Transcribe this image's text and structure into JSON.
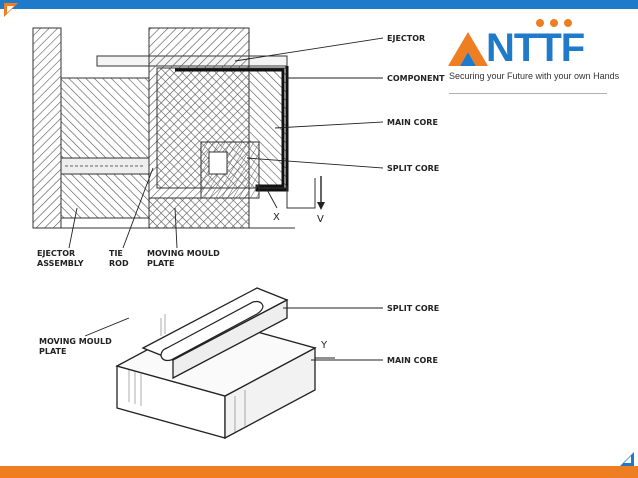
{
  "slide": {
    "accent_blue": "#1f7ac9",
    "accent_orange": "#ef7d22"
  },
  "logo": {
    "brand": "NTTF",
    "tagline": "Securing your Future with your own Hands"
  },
  "diagram_top": {
    "labels": {
      "ejector": "EJECTOR",
      "component": "COMPONENT",
      "main_core": "MAIN CORE",
      "split_core": "SPLIT CORE",
      "x": "X",
      "v": "V",
      "ejector_assembly_1": "EJECTOR",
      "ejector_assembly_2": "ASSEMBLY",
      "tie_rod_1": "TIE",
      "tie_rod_2": "ROD",
      "moving_plate_1": "MOVING MOULD",
      "moving_plate_2": "PLATE"
    }
  },
  "diagram_bottom": {
    "labels": {
      "split_core": "SPLIT CORE",
      "main_core": "MAIN CORE",
      "y": "Y",
      "moving_plate_1": "MOVING MOULD",
      "moving_plate_2": "PLATE"
    }
  }
}
